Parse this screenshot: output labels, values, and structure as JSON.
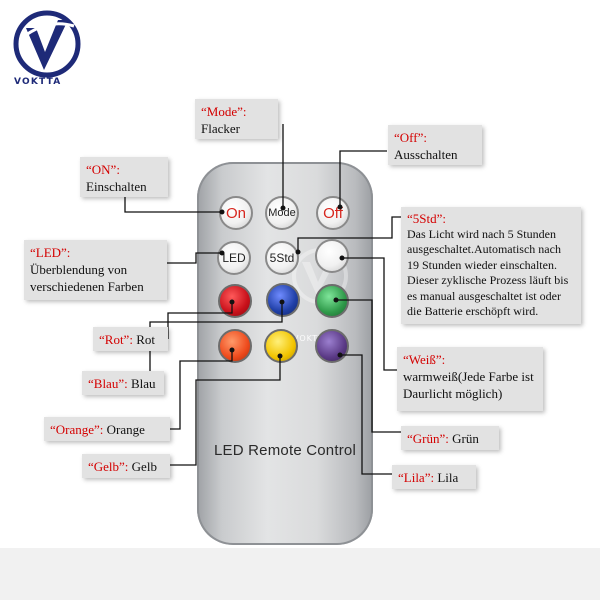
{
  "brand": {
    "name": "VOKTTA"
  },
  "remote": {
    "title": "LED Remote Control"
  },
  "buttons": [
    {
      "id": "on",
      "label": "On",
      "style": "white",
      "color": "#d7261e"
    },
    {
      "id": "mode",
      "label": "Mode",
      "style": "white",
      "color": "#222222"
    },
    {
      "id": "off",
      "label": "Off",
      "style": "white",
      "color": "#d7261e"
    },
    {
      "id": "led",
      "label": "LED",
      "style": "white",
      "color": "#222222"
    },
    {
      "id": "5std",
      "label": "5Std",
      "style": "white",
      "color": "#222222"
    },
    {
      "id": "weiss",
      "label": "",
      "style": "white"
    },
    {
      "id": "rot",
      "label": "",
      "color": "#c8101a"
    },
    {
      "id": "blau",
      "label": "",
      "color": "#1f3fa6"
    },
    {
      "id": "gruen",
      "label": "",
      "color": "#2f9a4a"
    },
    {
      "id": "orange",
      "label": "",
      "color": "#ee4a1c"
    },
    {
      "id": "gelb",
      "label": "",
      "color": "#f2c400"
    },
    {
      "id": "lila",
      "label": "",
      "color": "#5b3a86"
    }
  ],
  "callouts": {
    "mode": {
      "key": "“Mode”:",
      "text": "Flacker"
    },
    "off": {
      "key": "“Off”:",
      "text": "Ausschalten"
    },
    "on": {
      "key": "“ON”:",
      "text": "Einschalten"
    },
    "led": {
      "key": "“LED”:",
      "text": "Überblendung von verschiedenen Farben"
    },
    "std5": {
      "key": "“5Std”:",
      "text": "Das Licht wird nach 5 Stunden ausgeschaltet.Automatisch nach 19 Stunden wieder einschalten. Dieser zyklische Prozess läuft bis es manual ausgeschaltet ist oder die Batterie erschöpft wird."
    },
    "rot": {
      "key": "“Rot”:",
      "text": "Rot"
    },
    "blau": {
      "key": "“Blau”:",
      "text": "Blau"
    },
    "weiss": {
      "key": "“Weiß”:",
      "text": "warmweiß(Jede Farbe ist Daurlicht möglich)"
    },
    "orange": {
      "key": "“Orange”:",
      "text": "Orange"
    },
    "gruen": {
      "key": "“Grün”:",
      "text": "Grün"
    },
    "gelb": {
      "key": "“Gelb”:",
      "text": "Gelb"
    },
    "lila": {
      "key": "“Lila”:",
      "text": "Lila"
    }
  }
}
